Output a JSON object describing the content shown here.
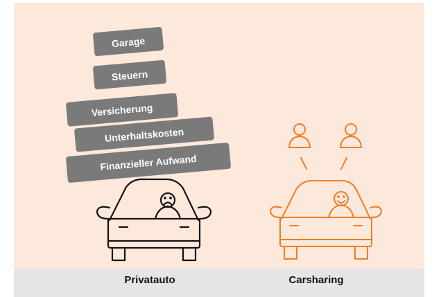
{
  "colors": {
    "panel_background": "#fde8dc",
    "footer_background": "#e5e5e8",
    "burden_box": "#7a7a7a",
    "burden_text": "#ffffff",
    "private_car_stroke": "#111111",
    "carsharing_stroke": "#f07d22"
  },
  "burdens": [
    "Garage",
    "Steuern",
    "Versicherung",
    "Unterhaltskosten",
    "Finanzieller Aufwand"
  ],
  "private_car": {
    "label": "Privatauto",
    "driver_mood": "sad"
  },
  "carsharing": {
    "label": "Carsharing",
    "driver_mood": "happy",
    "shared_users": 2
  }
}
